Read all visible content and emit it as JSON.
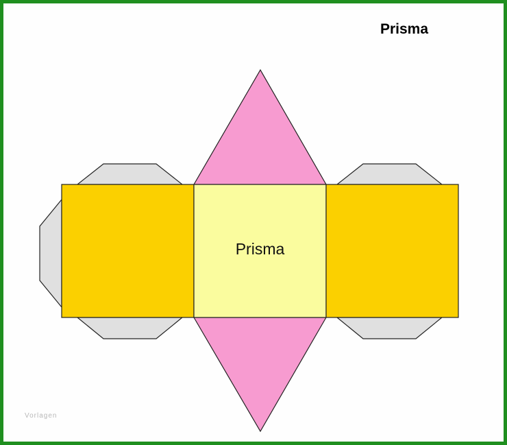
{
  "header": {
    "title": "Prisma"
  },
  "net": {
    "center_face_label": "Prisma",
    "colors": {
      "border": "#1f8f1f",
      "triangle": "#f79bd0",
      "center_face": "#fafc9e",
      "side_face": "#fbd000",
      "glue_tab": "#e0e0e0",
      "outline": "#222222"
    }
  },
  "footer": {
    "watermark": "Vorlagen"
  }
}
